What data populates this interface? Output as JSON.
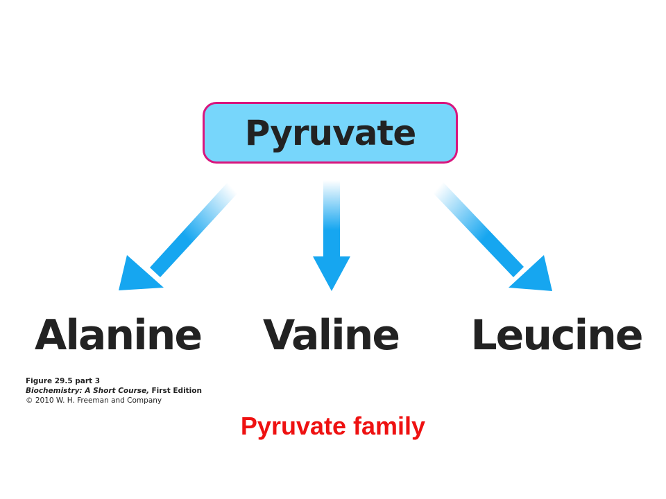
{
  "diagram": {
    "source": "Pyruvate",
    "products": [
      "Alanine",
      "Valine",
      "Leucine"
    ]
  },
  "caption": {
    "figure": "Figure 29.5 part 3",
    "book_title": "Biochemistry: A Short Course,",
    "edition": "First Edition",
    "copyright": "© 2010 W. H. Freeman and Company"
  },
  "footer_title": "Pyruvate family",
  "colors": {
    "box_fill": "#77d6fb",
    "box_border": "#d8157d",
    "arrow": "#16a6f0",
    "footer_title": "#ee1111"
  }
}
